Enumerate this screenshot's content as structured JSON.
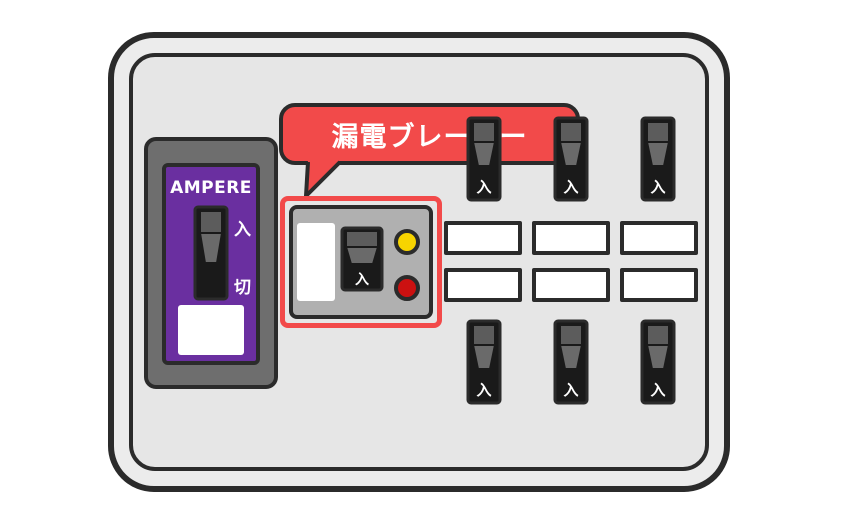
{
  "ampere_breaker": {
    "title": "AMPERE",
    "on_label": "入",
    "off_label": "切"
  },
  "callout": {
    "text": "漏電ブレーカー",
    "color": "#f24a4a"
  },
  "earth_leakage_breaker": {
    "switch_label": "入",
    "lamp_colors": [
      "#f7d400",
      "#cc1111"
    ]
  },
  "branch_breakers": {
    "top": [
      "入",
      "入",
      "入"
    ],
    "bottom": [
      "入",
      "入",
      "入"
    ]
  },
  "colors": {
    "ampere_face": "#6a2fa0",
    "panel": "#e6e6e6",
    "outline": "#2b2b2b"
  }
}
